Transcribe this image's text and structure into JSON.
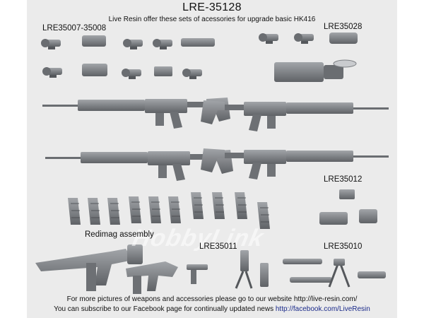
{
  "header": {
    "title": "LRE-35128",
    "subtitle": "Live Resin offer these sets of acessories for upgrade basic HK416"
  },
  "labels": {
    "optics_set": "LRE35007-35008",
    "night_vision": "LRE35028",
    "light_module": "LRE35012",
    "redimag": "Redimag assembly",
    "grips": "LRE35011",
    "bipods": "LRE35010"
  },
  "watermark": "HobbyLink",
  "footer": {
    "line1": "For more pictures of weapons and accessories please go to our website http://live-resin.com/",
    "line2_text": "You can subscribe to our Facebook page for continually updated news",
    "line2_link": "http://facebook.com/LiveResin"
  },
  "colors": {
    "background": "#ebebeb",
    "resin": "#7d8084",
    "resin_dark": "#55585c"
  }
}
